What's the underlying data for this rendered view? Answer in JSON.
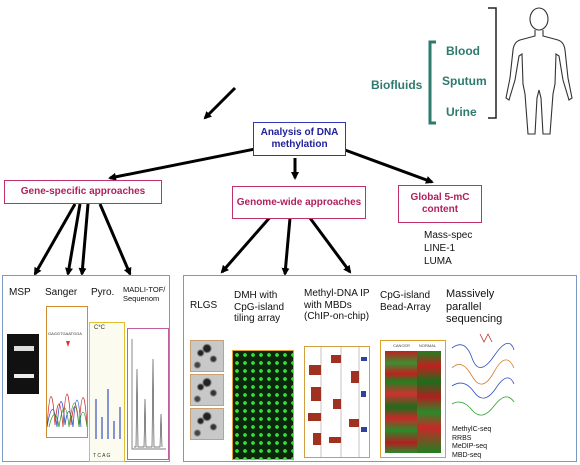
{
  "biofluids": {
    "label": "Biofluids",
    "items": [
      "Blood",
      "Sputum",
      "Urine"
    ]
  },
  "root": {
    "label": "Analysis of DNA methylation"
  },
  "categories": {
    "gene_specific": "Gene-specific approaches",
    "genome_wide": "Genome-wide approaches",
    "global": "Global 5-mC content"
  },
  "global_methods": [
    "Mass-spec",
    "LINE-1",
    "LUMA"
  ],
  "gene_specific_methods": [
    "MSP",
    "Sanger",
    "Pyro.",
    "MADLI-TOF/ Sequenom"
  ],
  "genome_wide_methods": [
    "RLGS",
    "DMH with CpG-island tiling array",
    "Methyl-DNA IP with MBDs (ChIP-on-chip)",
    "CpG-island Bead-Array",
    "Massively parallel sequencing"
  ],
  "sequencing_methods": [
    "MethylC-seq",
    "RRBS",
    "MeDIP-seq",
    "MBD-seq"
  ],
  "thumbnail_text": {
    "sanger_seq": "GAGGTGAATGGA",
    "pyro": "C*C",
    "pyro_axis": "T C A G",
    "bead_cancer": "CANCER",
    "bead_normal": "NORMAL"
  },
  "colors": {
    "teal": "#2e7a6e",
    "blue_box": "#3333bb",
    "pink_box": "#c0306a",
    "panel_border": "#7a9ac4"
  }
}
